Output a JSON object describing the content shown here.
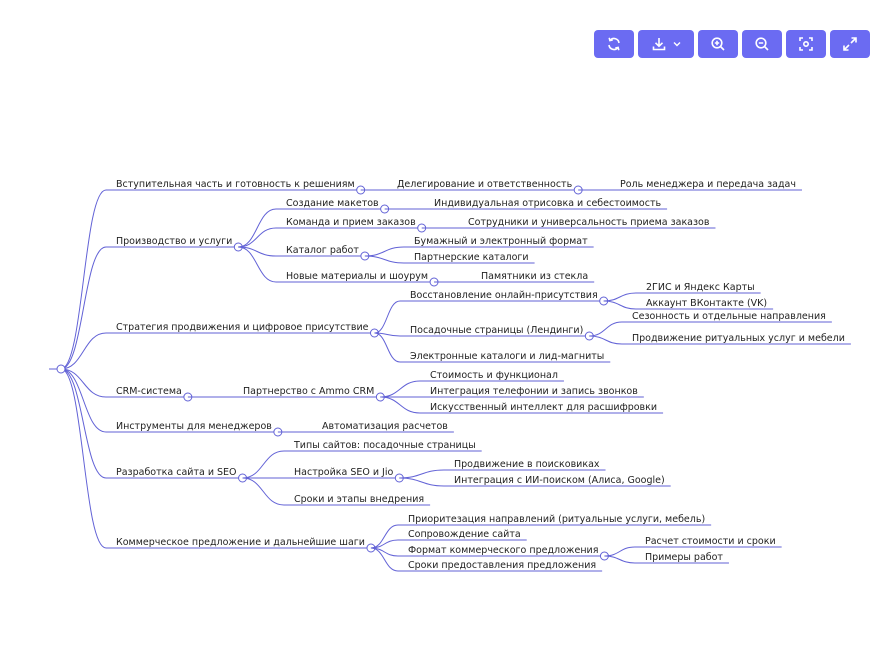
{
  "toolbar": {
    "buttons": [
      {
        "icon": "refresh-icon",
        "name": "refresh-button"
      },
      {
        "icon": "download-icon",
        "name": "download-button",
        "dropdown_icon": "chevron-down-icon"
      },
      {
        "icon": "zoom-in-icon",
        "name": "zoom-in-button"
      },
      {
        "icon": "zoom-out-icon",
        "name": "zoom-out-button"
      },
      {
        "icon": "fit-view-icon",
        "name": "fit-view-button"
      },
      {
        "icon": "fullscreen-icon",
        "name": "fullscreen-button"
      }
    ]
  },
  "colors": {
    "accent": "#6b6bf2",
    "line": "#6262d6",
    "text": "#222222",
    "background": "#ffffff"
  },
  "mindmap": {
    "root": "",
    "branches": [
      {
        "label": "Вступительная часть и готовность к решениям",
        "children": [
          {
            "label": "Делегирование и ответственность",
            "children": [
              {
                "label": "Роль менеджера и передача задач"
              }
            ]
          }
        ]
      },
      {
        "label": "Производство и услуги",
        "children": [
          {
            "label": "Создание макетов",
            "children": [
              {
                "label": "Индивидуальная отрисовка и себестоимость"
              }
            ]
          },
          {
            "label": "Команда и прием заказов",
            "children": [
              {
                "label": "Сотрудники и универсальность приема заказов"
              }
            ]
          },
          {
            "label": "Каталог работ",
            "children": [
              {
                "label": "Бумажный и электронный формат"
              },
              {
                "label": "Партнерские каталоги"
              }
            ]
          },
          {
            "label": "Новые материалы и шоурум",
            "children": [
              {
                "label": "Памятники из стекла"
              }
            ]
          }
        ]
      },
      {
        "label": "Стратегия продвижения и цифровое присутствие",
        "children": [
          {
            "label": "Восстановление онлайн-присутствия",
            "children": [
              {
                "label": "2ГИС и Яндекс Карты"
              },
              {
                "label": "Аккаунт ВКонтакте (VK)"
              }
            ]
          },
          {
            "label": "Посадочные страницы (Лендинги)",
            "children": [
              {
                "label": "Сезонность и отдельные направления"
              },
              {
                "label": "Продвижение ритуальных услуг и мебели"
              }
            ]
          },
          {
            "label": "Электронные каталоги и лид-магниты"
          }
        ]
      },
      {
        "label": "CRM-система",
        "children": [
          {
            "label": "Партнерство с Ammo CRM",
            "children": [
              {
                "label": "Стоимость и функционал"
              },
              {
                "label": "Интеграция телефонии и запись звонков"
              },
              {
                "label": "Искусственный интеллект для расшифровки"
              }
            ]
          }
        ]
      },
      {
        "label": "Инструменты для менеджеров",
        "children": [
          {
            "label": "Автоматизация расчетов"
          }
        ]
      },
      {
        "label": "Разработка сайта и SEO",
        "children": [
          {
            "label": "Типы сайтов: посадочные страницы"
          },
          {
            "label": "Настройка SEO и Jio",
            "children": [
              {
                "label": "Продвижение в поисковиках"
              },
              {
                "label": "Интеграция с ИИ-поиском (Алиса, Google)"
              }
            ]
          },
          {
            "label": "Сроки и этапы внедрения"
          }
        ]
      },
      {
        "label": "Коммерческое предложение и дальнейшие шаги",
        "children": [
          {
            "label": "Приоритезация направлений (ритуальные услуги, мебель)"
          },
          {
            "label": "Сопровождение сайта"
          },
          {
            "label": "Формат коммерческого предложения",
            "children": [
              {
                "label": "Расчет стоимости и сроки"
              },
              {
                "label": "Примеры работ"
              }
            ]
          },
          {
            "label": "Сроки предоставления предложения"
          }
        ]
      }
    ]
  }
}
